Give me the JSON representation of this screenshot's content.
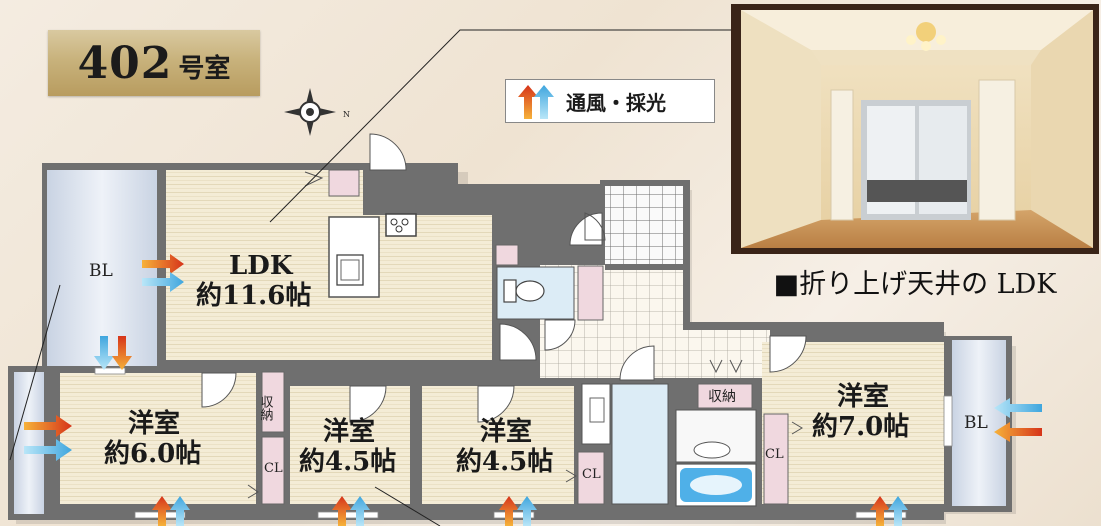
{
  "unit_badge": {
    "number": "402",
    "suffix": "号室"
  },
  "compass": {
    "north_label": "N"
  },
  "legend": {
    "label": "通風・採光"
  },
  "photo": {
    "caption": "■折り上げ天井の LDK"
  },
  "rooms": {
    "ldk": {
      "name": "LDK",
      "size": "約11.6帖"
    },
    "west": {
      "name": "洋室",
      "size": "約6.0帖"
    },
    "middle1": {
      "name": "洋室",
      "size": "約4.5帖"
    },
    "middle2": {
      "name": "洋室",
      "size": "約4.5帖"
    },
    "east": {
      "name": "洋室",
      "size": "約7.0帖"
    }
  },
  "labels": {
    "balcony_left": "BL",
    "balcony_right": "BL",
    "storage_left": "収納",
    "storage_right": "収納",
    "closet": "CL"
  },
  "colors": {
    "wall": "#6f6f6f",
    "floor": "#f4ecd6",
    "tile": "#fbf7ee",
    "balcony": "#dde4ef",
    "closet": "#f0d8df",
    "wet": "#dcecf6",
    "arrow_warm": "#e04a1f",
    "arrow_cool": "#6cc3ec"
  }
}
